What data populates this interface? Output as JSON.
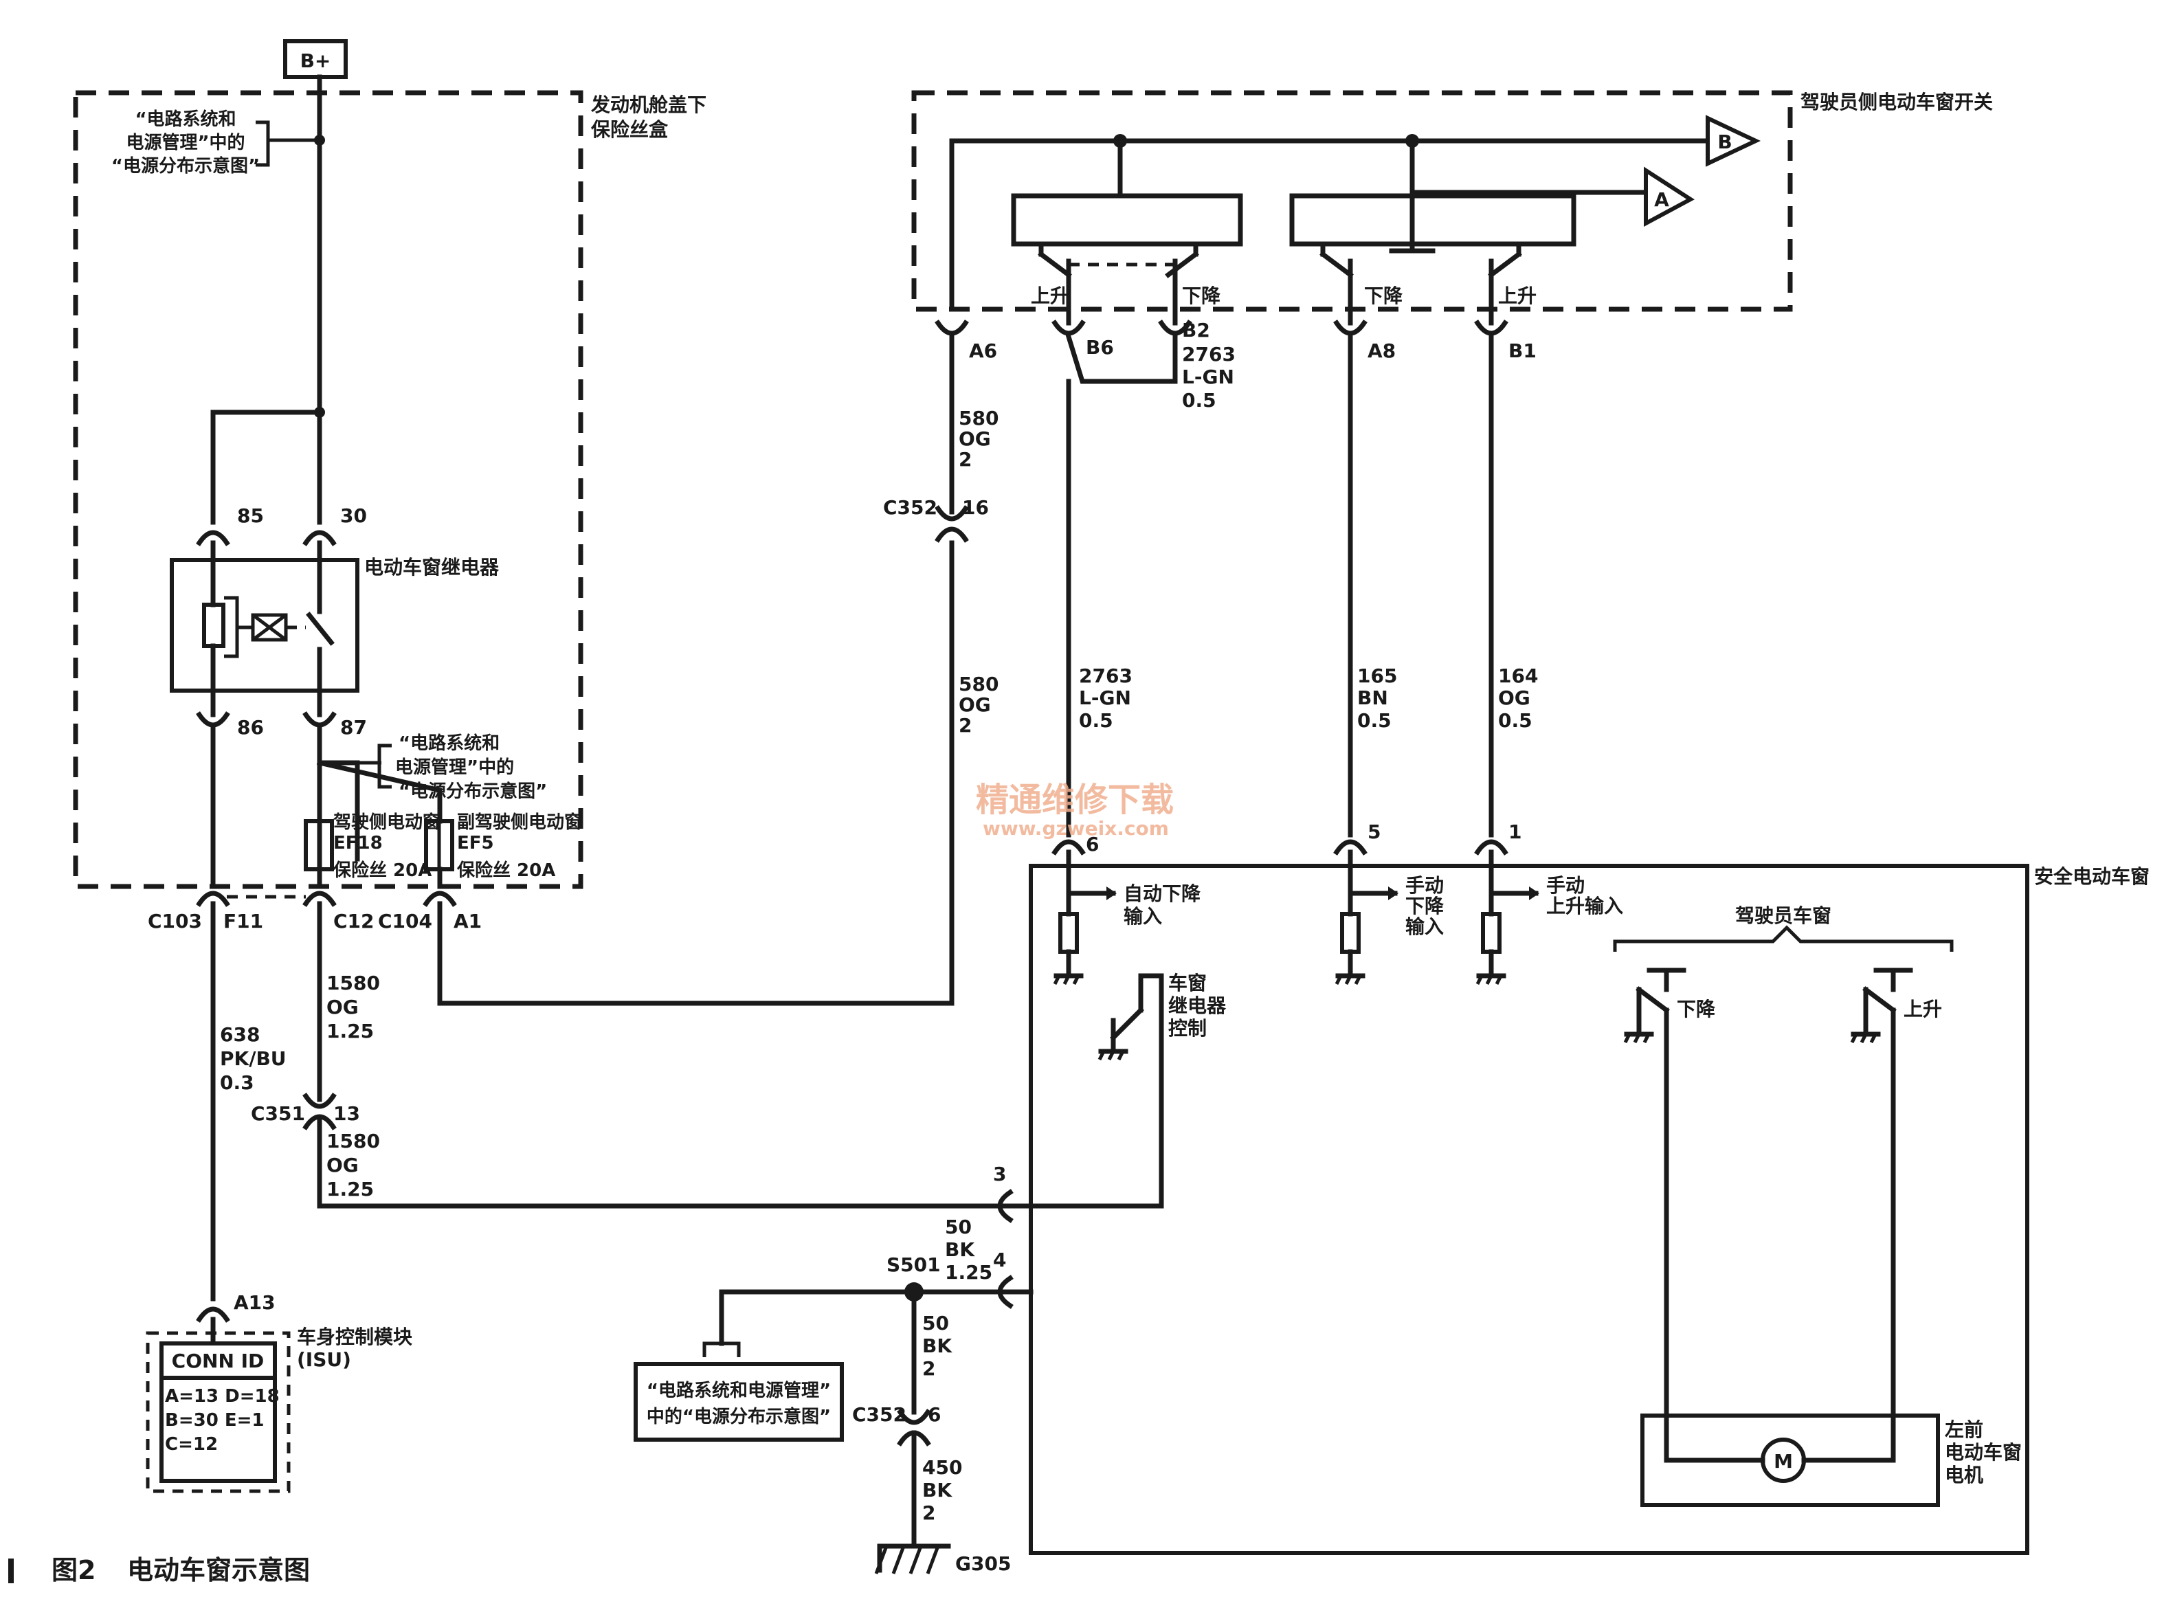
{
  "power": {
    "bplus": "B+"
  },
  "fuse_box": {
    "title_1": "发动机舱盖下",
    "title_2": "保险丝盒"
  },
  "refs": {
    "power_mgmt_1": [
      "“电路系统和",
      "电源管理”中的",
      "“电源分布示意图”"
    ],
    "power_mgmt_2": [
      "“电路系统和",
      "电源管理”中的",
      "“电源分布示意图”"
    ],
    "power_mgmt_3": [
      "“电路系统和电源管理”",
      "中的“电源分布示意图”"
    ]
  },
  "relay": {
    "label": "电动车窗继电器",
    "pins": {
      "p85": "85",
      "p30": "30",
      "p86": "86",
      "p87": "87"
    }
  },
  "fuses": {
    "ef18_name": "驾驶侧电动窗",
    "ef18_id": "EF18",
    "ef18_rating": "保险丝 20A",
    "ef5_name": "副驾驶侧电动窗",
    "ef5_id": "EF5",
    "ef5_rating": "保险丝 20A"
  },
  "switch": {
    "title": "驾驶员侧电动车窗开关",
    "up": "上升",
    "down": "下降",
    "arrow_a": "A",
    "arrow_b": "B",
    "pins": {
      "a6": "A6",
      "b6": "B6",
      "b2": "B2",
      "a8": "A8",
      "b1": "B1"
    }
  },
  "wires": {
    "w580_a": [
      "580",
      "OG",
      "2"
    ],
    "w580_b": [
      "580",
      "OG",
      "2"
    ],
    "w2763_a": [
      "2763",
      "L-GN",
      "0.5"
    ],
    "w2763_b": [
      "2763",
      "L-GN",
      "0.5"
    ],
    "w165": [
      "165",
      "BN",
      "0.5"
    ],
    "w164": [
      "164",
      "OG",
      "0.5"
    ],
    "w1580_a": [
      "1580",
      "OG",
      "1.25"
    ],
    "w1580_b": [
      "1580",
      "OG",
      "1.25"
    ],
    "w638": [
      "638",
      "PK/BU",
      "0.3"
    ],
    "w50_a": [
      "50",
      "BK",
      "1.25"
    ],
    "w50_b": [
      "50",
      "BK",
      "2"
    ],
    "w450": [
      "450",
      "BK",
      "2"
    ]
  },
  "connectors": {
    "c352_top": "C352",
    "c352_top_pin": "16",
    "c103": "C103",
    "f11": "F11",
    "c12": "C12",
    "c104": "C104",
    "a1": "A1",
    "c351": "C351",
    "c351_pin": "13",
    "a13": "A13",
    "s501": "S501",
    "c352_bot": "C352",
    "c352_bot_pin": "6",
    "g305": "G305"
  },
  "module": {
    "title": "安全电动车窗",
    "pins": {
      "p6": "6",
      "p5": "5",
      "p1": "1",
      "p3": "3",
      "p4": "4"
    },
    "auto_down": [
      "自动下降",
      "输入"
    ],
    "man_down": [
      "手动",
      "下降",
      "输入"
    ],
    "man_up": [
      "手动",
      "上升输入"
    ],
    "relay_ctrl": [
      "车窗",
      "继电器",
      "控制"
    ],
    "driver_window": "驾驶员车窗",
    "down": "下降",
    "up": "上升",
    "motor_symbol": "M",
    "motor_label": [
      "左前",
      "电动车窗",
      "电机"
    ]
  },
  "bcm": {
    "title": "车身控制模块",
    "subtitle": "(ISU)",
    "conn_id": "CONN ID",
    "rows": [
      "A=13 D=18",
      "B=30 E=1",
      "C=12"
    ]
  },
  "watermark": {
    "cn": "精通维修下载",
    "url": "www.gzweix.com"
  },
  "caption": {
    "fig": "图2",
    "title": "电动车窗示意图"
  }
}
